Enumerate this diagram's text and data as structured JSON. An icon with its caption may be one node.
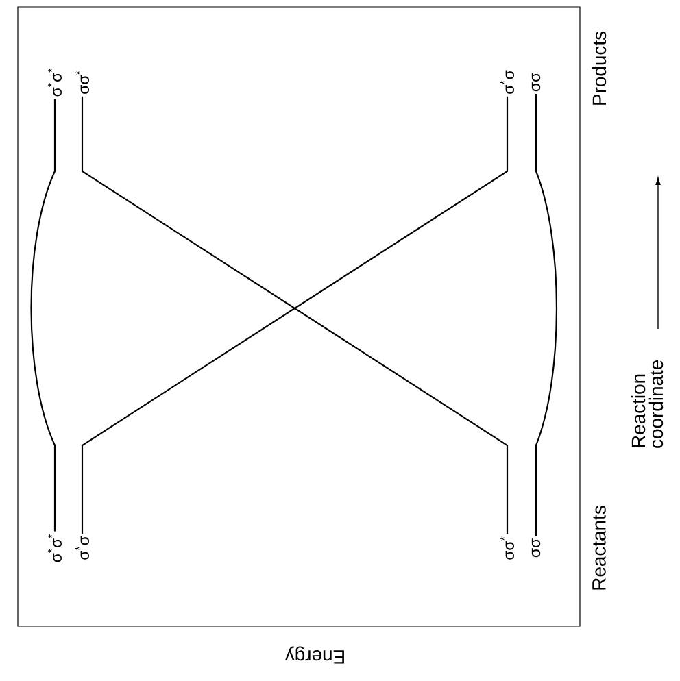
{
  "diagram": {
    "nodes": [
      {
        "text": [
          "σ$^{*}$σ$^{*}$"
        ]
      },
      {
        "text": [
          "σσ$^{*}$"
        ]
      },
      {
        "text": [
          "σ$^{*}$σ"
        ]
      },
      {
        "text": [
          "σσ"
        ]
      },
      {
        "text": [
          "σ$^{*}$σ$^{*}$"
        ]
      },
      {
        "text": [
          "σ$^{*}$σ"
        ]
      },
      {
        "text": [
          "σσ$^{*}$"
        ]
      },
      {
        "text": [
          "σσ"
        ]
      }
    ],
    "edges": [
      {
        "from": 4,
        "to": 0,
        "arrow": "none"
      },
      {
        "from": 5,
        "to": 2,
        "arrow": "none"
      },
      {
        "from": 6,
        "to": 1,
        "arrow": "none"
      },
      {
        "from": 7,
        "to": 3,
        "arrow": "none"
      }
    ],
    "labels": [
      "Products",
      "Reactants",
      "Energy",
      "Reaction coordinate"
    ]
  }
}
